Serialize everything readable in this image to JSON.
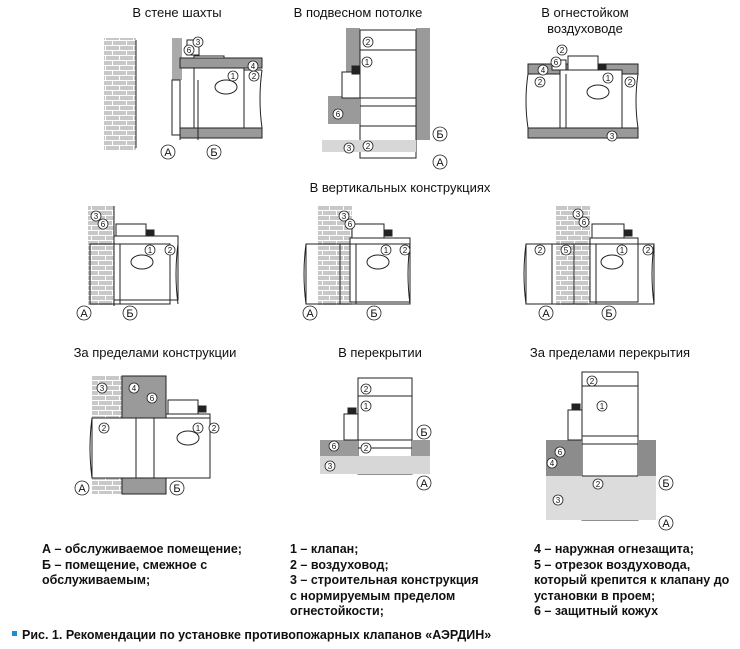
{
  "titles": {
    "shaft_wall": "В стене шахты",
    "suspended_ceiling": "В подвесном потолке",
    "fire_duct": "В огнестойком\nвоздуховоде",
    "vertical": "В вертикальных конструкциях",
    "outside_structure": "За пределами конструкции",
    "in_floor": "В перекрытии",
    "outside_floor": "За пределами перекрытия"
  },
  "markers": {
    "n1": "1",
    "n2": "2",
    "n3": "3",
    "n4": "4",
    "n5": "5",
    "n6": "6",
    "a": "А",
    "b": "Б"
  },
  "legend": {
    "col1": [
      "А – обслуживаемое помещение;",
      "Б – помещение, смежное с",
      "обслуживаемым;"
    ],
    "col2": [
      "1 – клапан;",
      "2 – воздуховод;",
      "3 – строительная конструкция",
      "с нормируемым пределом",
      "огнестойкости;"
    ],
    "col3": [
      "4 – наружная огнезащита;",
      "5 – отрезок воздуховода,",
      "который крепится к клапану до",
      "установки в проем;",
      "6 – защитный кожух"
    ]
  },
  "caption": "Рис. 1. Рекомендации по установке противопожарных клапанов «АЭРДИН»",
  "colors": {
    "accent": "#1a8fd0",
    "wall": "#b5b5b5",
    "fill_dark": "#8c8c8c",
    "fill_light": "#dcdcdc"
  }
}
